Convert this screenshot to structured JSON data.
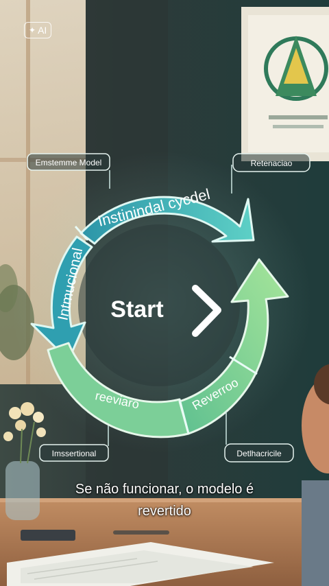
{
  "badge": {
    "icon": "sparkle-icon",
    "label": "AI"
  },
  "diagram": {
    "center_label": "Start",
    "segments": [
      {
        "id": "top",
        "label": "Instinindal cycdel",
        "color": "#4fc3c6"
      },
      {
        "id": "left",
        "label": "Intmucional",
        "color": "#2f9fb0"
      },
      {
        "id": "bottom",
        "label": "reeviaro",
        "color": "#6fcf97"
      },
      {
        "id": "right",
        "label": "Reverroo",
        "color": "#8fdc8a"
      }
    ],
    "callouts": [
      {
        "id": "top-left",
        "label": "Emstemme Model"
      },
      {
        "id": "top-right",
        "label": "Retenaciao"
      },
      {
        "id": "bottom-left",
        "label": "Imssertional"
      },
      {
        "id": "bottom-right",
        "label": "Detlhacricile"
      }
    ]
  },
  "subtitle": {
    "line1": "Se não funcionar, o modelo é",
    "line2": "revertido"
  },
  "colors": {
    "wall": "#23423f",
    "window": "#e9d6b8",
    "desk": "#b07a52",
    "accent_teal": "#4fc3c6",
    "accent_green": "#8fdc8a"
  }
}
